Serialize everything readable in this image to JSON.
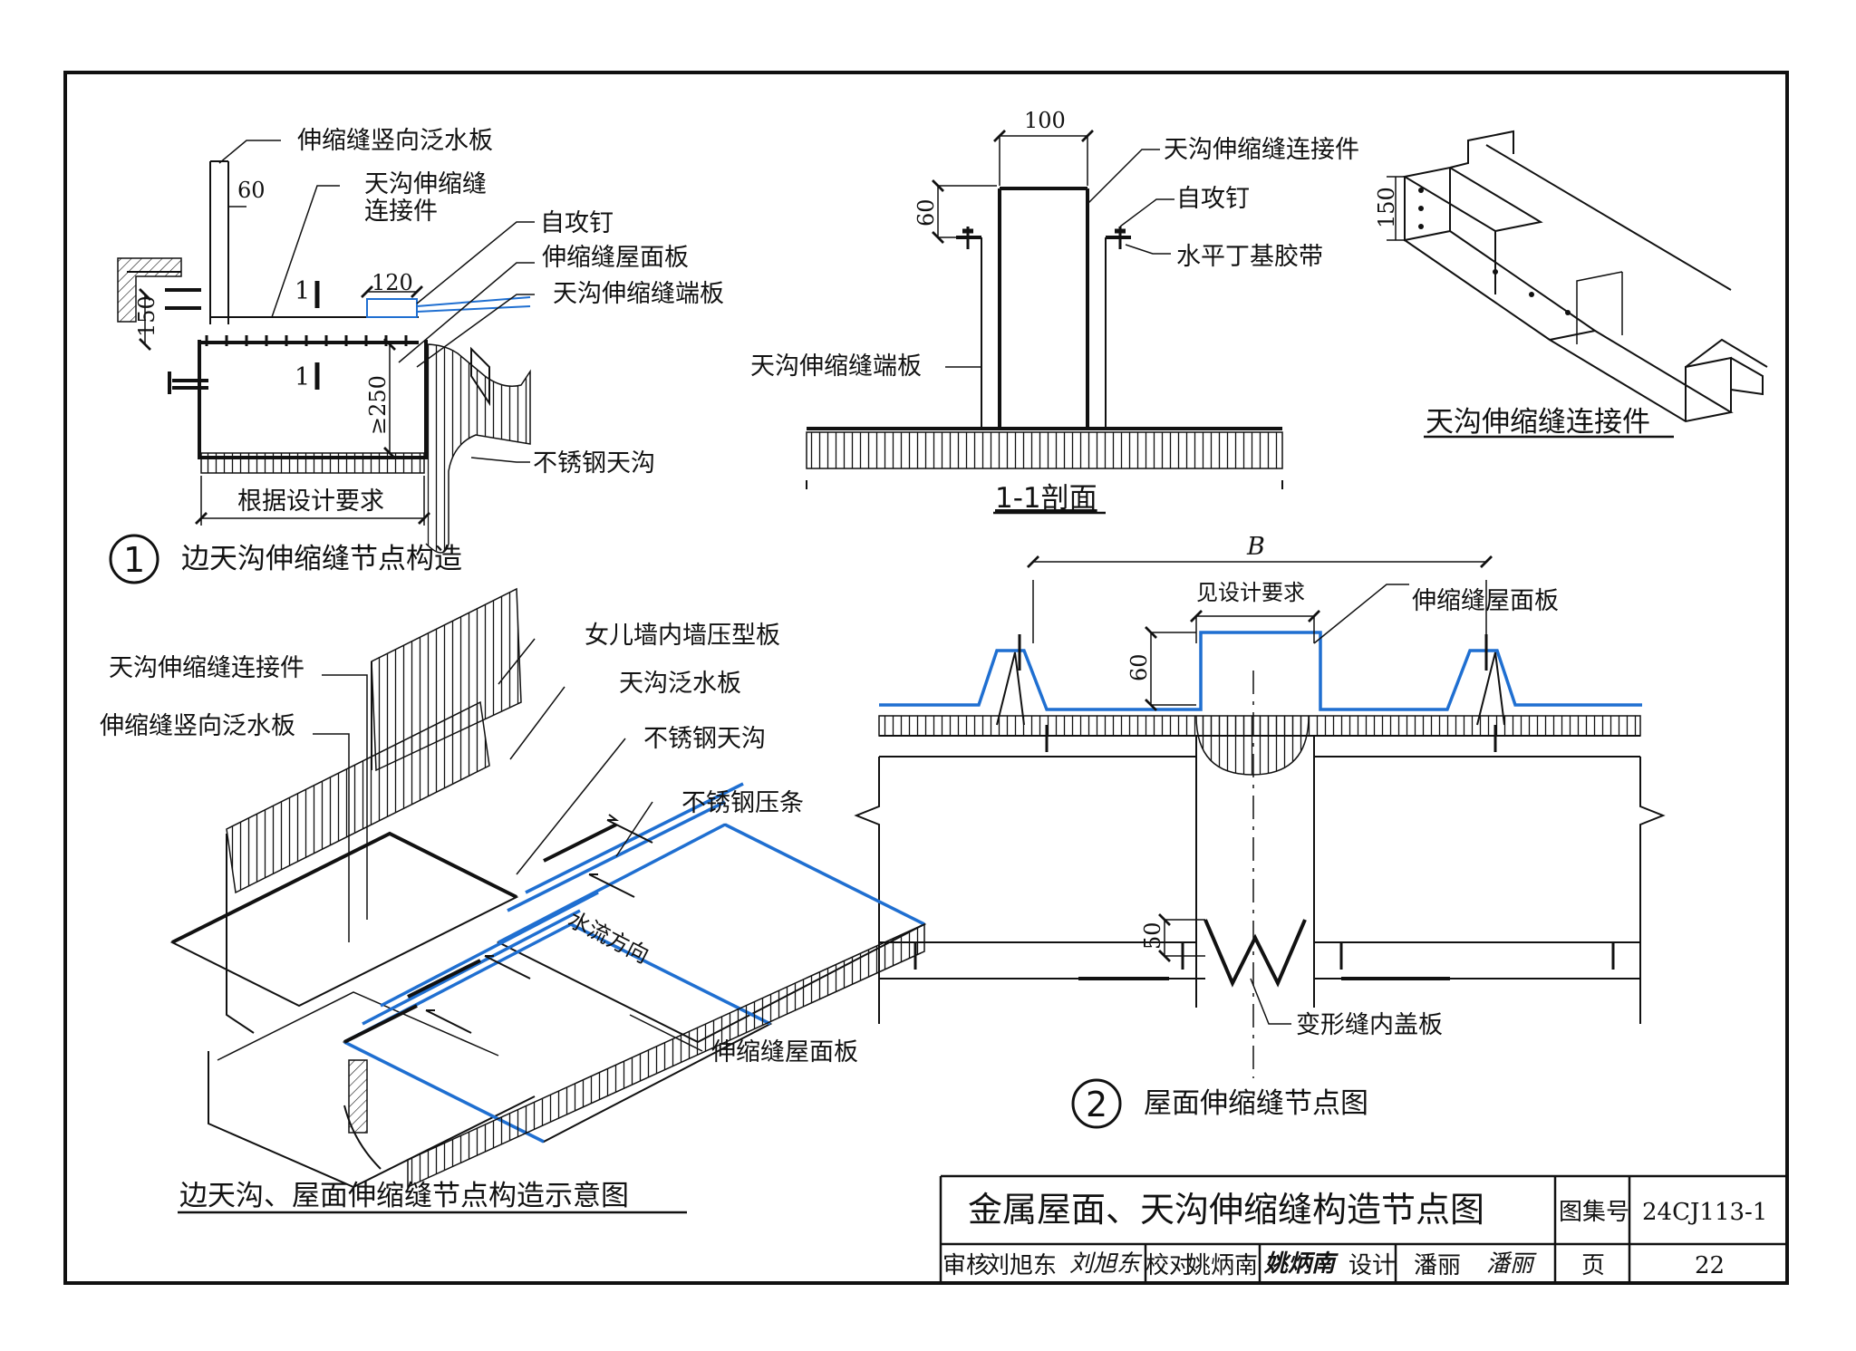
{
  "detail1": {
    "labels": {
      "vertical_flashing": "伸缩缝竖向泛水板",
      "connector_l1": "天沟伸缩缝",
      "connector_l2": "连接件",
      "screw": "自攻钉",
      "roof_panel": "伸缩缝屋面板",
      "end_plate": "天沟伸缩缝端板",
      "gutter": "不锈钢天沟",
      "width_req": "根据设计要求"
    },
    "dims": {
      "d60": "60",
      "d120": "120",
      "d150": "150",
      "d250": "≥250"
    },
    "section_mark": "1",
    "number": "1",
    "title": "边天沟伸缩缝节点构造"
  },
  "section11": {
    "labels": {
      "connector": "天沟伸缩缝连接件",
      "screw": "自攻钉",
      "tape": "水平丁基胶带",
      "end_plate": "天沟伸缩缝端板"
    },
    "dims": {
      "d100": "100",
      "d60": "60"
    },
    "title": "1-1剖面"
  },
  "connector3d": {
    "dim150": "150",
    "title": "天沟伸缩缝连接件"
  },
  "detail2": {
    "dim_b": "B",
    "dim_design": "见设计要求",
    "dim60": "60",
    "dim50": "50",
    "roof_panel": "伸缩缝屋面板",
    "inner_cover": "变形缝内盖板",
    "number": "2",
    "title": "屋面伸缩缝节点图"
  },
  "iso": {
    "labels": {
      "connector": "天沟伸缩缝连接件",
      "vertical_flashing": "伸缩缝竖向泛水板",
      "parapet_panel": "女儿墙内墙压型板",
      "gutter_flashing": "天沟泛水板",
      "gutter": "不锈钢天沟",
      "press_strip": "不锈钢压条",
      "roof_panel": "伸缩缝屋面板",
      "water_flow": "水流方向"
    },
    "title": "边天沟、屋面伸缩缝节点构造示意图"
  },
  "title_block": {
    "drawing_title": "金属屋面、天沟伸缩缝构造节点图",
    "atlas_label": "图集号",
    "atlas_no": "24CJ113-1",
    "review_label": "审核",
    "reviewer": "刘旭东",
    "check_label": "校对",
    "checker": "姚炳南",
    "design_label": "设计",
    "designer": "潘丽",
    "page_label": "页",
    "page_no": "22"
  }
}
